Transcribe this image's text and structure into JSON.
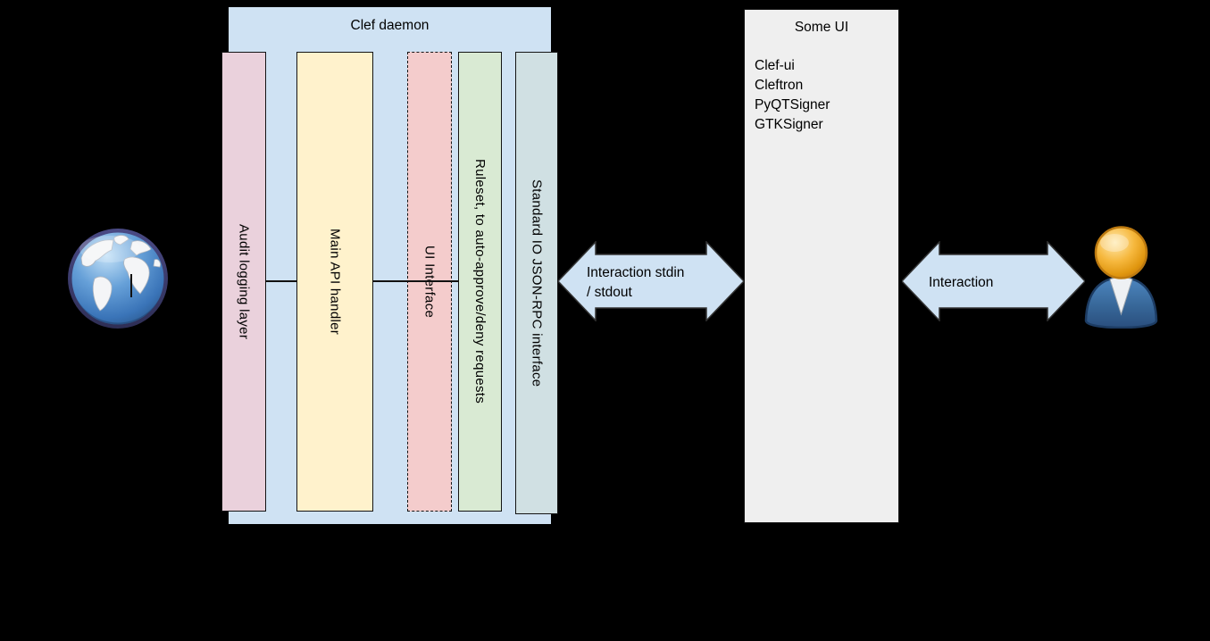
{
  "background_color": "#000000",
  "clef_daemon": {
    "title": "Clef daemon",
    "fill": "#cfe2f3",
    "bars": [
      {
        "label": "Audit logging layer",
        "fill": "#ead1dc",
        "border": "solid"
      },
      {
        "label": "Main API handler",
        "fill": "#fff2cc",
        "border": "solid"
      },
      {
        "label": "UI Interface",
        "fill": "#f4cccc",
        "border": "dashed"
      },
      {
        "label": "Ruleset, to auto-approve/deny requests",
        "fill": "#d9ead3",
        "border": "solid"
      },
      {
        "label": "Standard IO JSON-RPC interface",
        "fill": "#d0e0e3",
        "border": "solid"
      }
    ],
    "connector_color": "#111111"
  },
  "some_ui": {
    "title": "Some UI",
    "fill": "#efefef",
    "items": [
      "Clef-ui",
      "Cleftron",
      "PyQTSigner",
      "GTKSigner"
    ]
  },
  "arrows": [
    {
      "label_line1": "Interaction stdin",
      "label_line2": "/ stdout",
      "fill": "#cfe2f3",
      "stroke": "#333333"
    },
    {
      "label": "Interaction",
      "fill": "#cfe2f3",
      "stroke": "#333333"
    }
  ],
  "icons": {
    "left": "globe-icon",
    "right": "user-icon"
  }
}
